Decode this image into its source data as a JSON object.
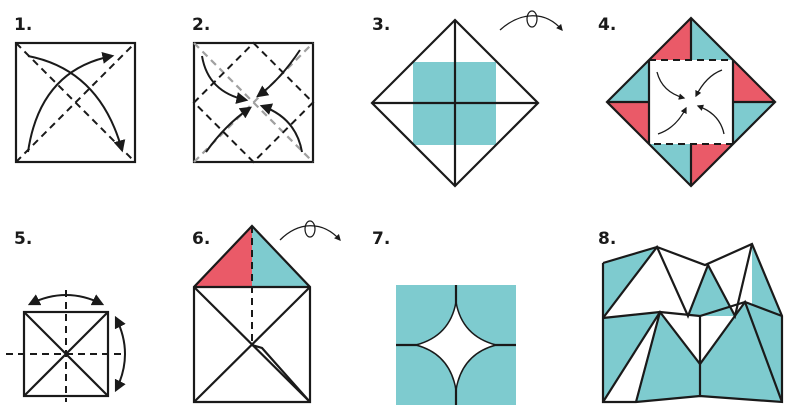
{
  "diagram": {
    "colors": {
      "teal": "#7ecbcf",
      "red": "#ea5a68",
      "stroke": "#1a1a1a",
      "gray_dash": "#a0a0a0"
    },
    "steps": [
      {
        "label": "1."
      },
      {
        "label": "2."
      },
      {
        "label": "3."
      },
      {
        "label": "4."
      },
      {
        "label": "5."
      },
      {
        "label": "6."
      },
      {
        "label": "7."
      },
      {
        "label": "8."
      }
    ],
    "icons": [
      "flip-over-icon",
      "fold-arrow-icon"
    ]
  }
}
